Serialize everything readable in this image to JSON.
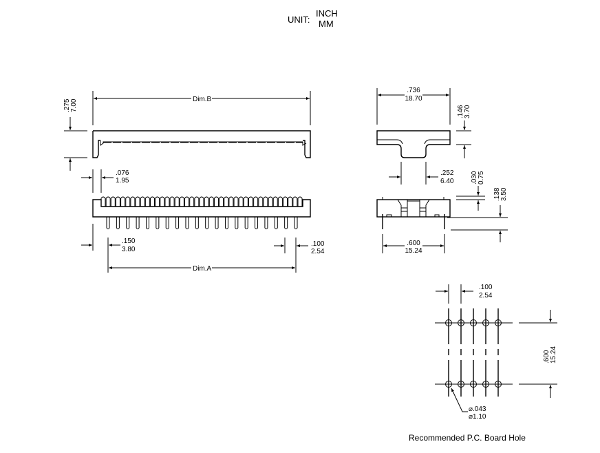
{
  "unit": {
    "label": "UNIT:",
    "primary": "INCH",
    "secondary": "MM"
  },
  "front_view": {
    "dim_b": "Dim.B",
    "dim_a": "Dim.A",
    "height": {
      "inch": ".275",
      "mm": "7.00"
    },
    "end_offset": {
      "inch": ".076",
      "mm": "1.95"
    },
    "first_pin": {
      "inch": ".150",
      "mm": "3.80"
    },
    "pitch": {
      "inch": ".100",
      "mm": "2.54"
    }
  },
  "end_view": {
    "width": {
      "inch": ".736",
      "mm": "18.70"
    },
    "flange_height": {
      "inch": ".146",
      "mm": "3.70"
    },
    "stem_width": {
      "inch": ".252",
      "mm": "6.40"
    }
  },
  "side_view": {
    "tab": {
      "inch": ".030",
      "mm": "0.75"
    },
    "pin_length": {
      "inch": ".138",
      "mm": "3.50"
    },
    "row_spacing": {
      "inch": ".600",
      "mm": "15.24"
    }
  },
  "pcb": {
    "pitch": {
      "inch": ".100",
      "mm": "2.54"
    },
    "row_spacing": {
      "inch": ".600",
      "mm": "15.24"
    },
    "hole_diameter": {
      "inch": "⌀.043",
      "mm": "⌀1.10"
    },
    "caption": "Recommended P.C. Board Hole"
  }
}
